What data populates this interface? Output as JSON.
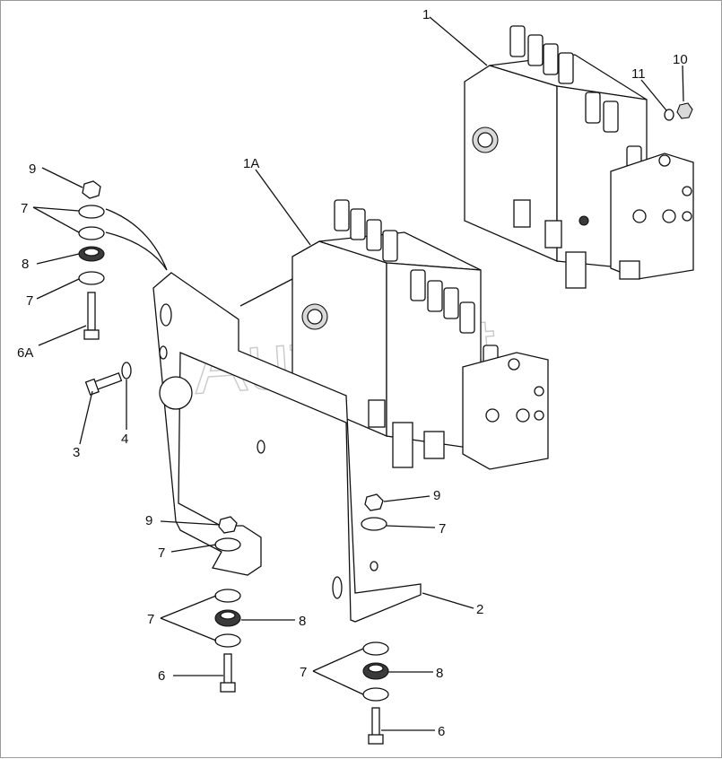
{
  "watermark": "AutoSoft",
  "callouts": {
    "c1": "1",
    "c1A": "1A",
    "c2": "2",
    "c3": "3",
    "c4": "4",
    "c6A": "6A",
    "c6_left": "6",
    "c6_right": "6",
    "c7_top_a": "7",
    "c7_top_b": "7",
    "c7_mid_l": "7",
    "c7_mid_r": "7",
    "c7_low_l": "7",
    "c7_low_r": "7",
    "c8_top": "8",
    "c8_low_l": "8",
    "c8_low_r": "8",
    "c9_top": "9",
    "c9_mid_l": "9",
    "c9_mid_r": "9",
    "c10": "10",
    "c11": "11"
  }
}
